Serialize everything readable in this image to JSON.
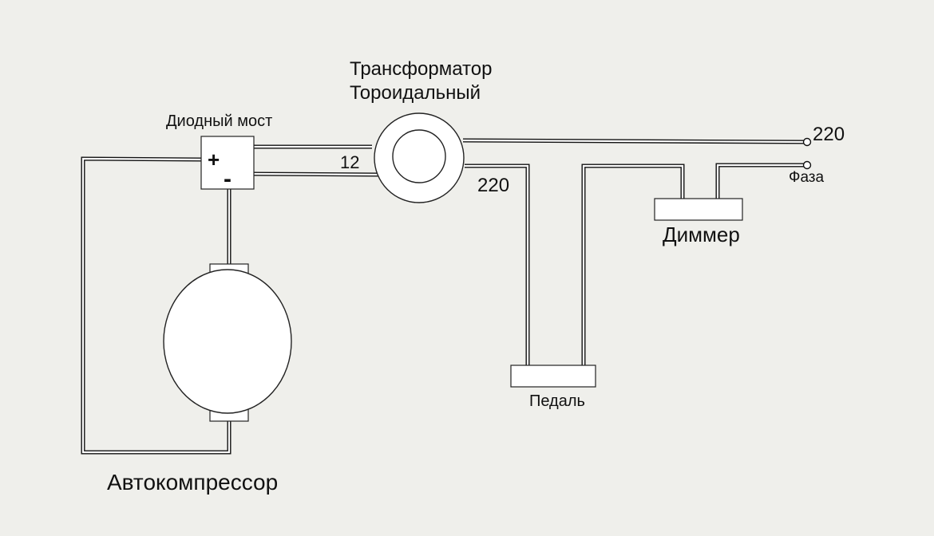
{
  "labels": {
    "transformer_line1": "Трансформатор",
    "transformer_line2": "Тороидальный",
    "diode_bridge": "Диодный мост",
    "plus": "+",
    "minus": "-",
    "voltage_12": "12",
    "voltage_220_right": "220",
    "voltage_220_secondary": "220",
    "phase": "Фаза",
    "dimmer": "Диммер",
    "pedal": "Педаль",
    "autocompressor": "Автокомпрессор"
  },
  "colors": {
    "background": "#efefeb",
    "wire": "#111111",
    "component_fill": "#ffffff"
  }
}
